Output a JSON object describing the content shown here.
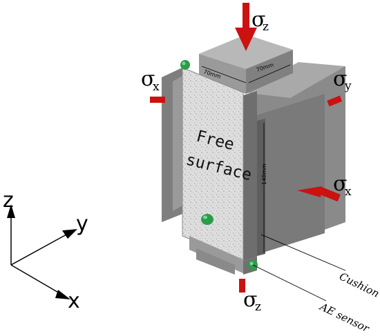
{
  "stresses": {
    "sigma_symbol": "σ",
    "top_sub": "z",
    "bottom_sub": "z",
    "left_sub": "x",
    "right_top_sub": "y",
    "right_mid_sub": "x"
  },
  "face_label": {
    "line1": "Free",
    "line2": "surface"
  },
  "callouts": {
    "cushion": "Cushion",
    "sensor": "AE sensor"
  },
  "dimensions": {
    "width_left": "70mm",
    "width_right": "70mm",
    "height": "140mm"
  },
  "axes": {
    "z": "z",
    "y": "y",
    "x": "x"
  },
  "colors": {
    "load_arrow": "#cc1111",
    "sensor": "#2a9d4a",
    "block": "#8c8c8c"
  }
}
